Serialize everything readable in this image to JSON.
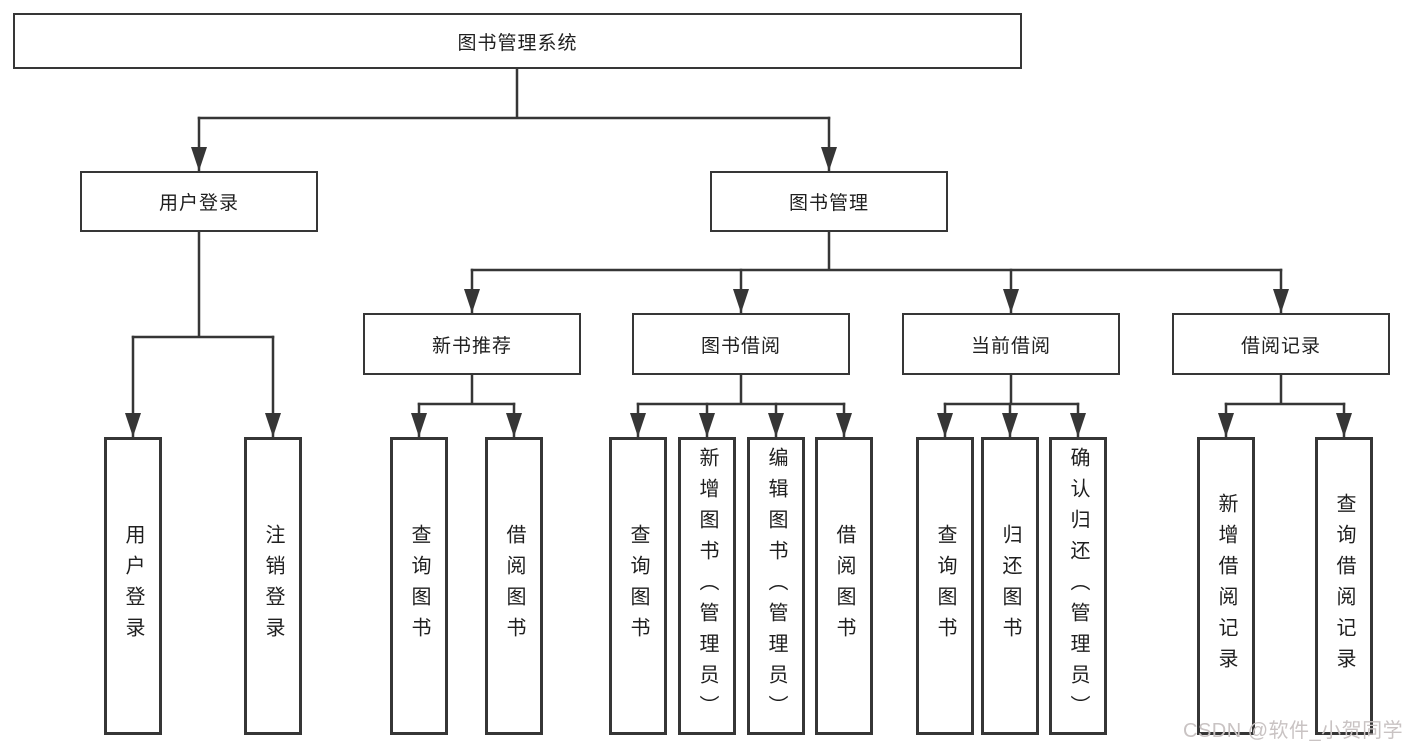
{
  "tree": {
    "label": "图书管理系统",
    "children": [
      {
        "label": "用户登录",
        "children": [
          {
            "label": "用户登录"
          },
          {
            "label": "注销登录"
          }
        ]
      },
      {
        "label": "图书管理",
        "children": [
          {
            "label": "新书推荐",
            "children": [
              {
                "label": "查询图书"
              },
              {
                "label": "借阅图书"
              }
            ]
          },
          {
            "label": "图书借阅",
            "children": [
              {
                "label": "查询图书"
              },
              {
                "label": "新增图书（管理员）"
              },
              {
                "label": "编辑图书（管理员）"
              },
              {
                "label": "借阅图书"
              }
            ]
          },
          {
            "label": "当前借阅",
            "children": [
              {
                "label": "查询图书"
              },
              {
                "label": "归还图书"
              },
              {
                "label": "确认归还（管理员）"
              }
            ]
          },
          {
            "label": "借阅记录",
            "children": [
              {
                "label": "新增借阅记录"
              },
              {
                "label": "查询借阅记录"
              }
            ]
          }
        ]
      }
    ]
  },
  "watermark": {
    "text": "CSDN @软件_小贺同学"
  },
  "colors": {
    "line": "#363636",
    "box_border": "#363636",
    "box_fill": "#ffffff",
    "text": "#1f1f1f",
    "watermark": "#c9c3c3",
    "background": "#ffffff"
  }
}
